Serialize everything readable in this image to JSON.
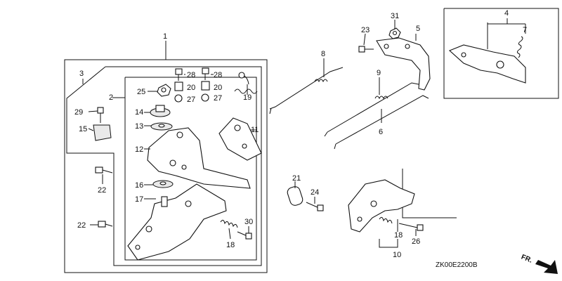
{
  "callouts": [
    "1",
    "2",
    "3",
    "4",
    "5",
    "6",
    "7",
    "8",
    "9",
    "10",
    "11",
    "12",
    "13",
    "14",
    "15",
    "16",
    "17",
    "18",
    "18",
    "19",
    "20",
    "20",
    "21",
    "22",
    "22",
    "23",
    "24",
    "25",
    "26",
    "27",
    "27",
    "28",
    "28",
    "29",
    "30",
    "31"
  ],
  "diagram_code": "ZK00E2200B",
  "direction_label": "FR."
}
